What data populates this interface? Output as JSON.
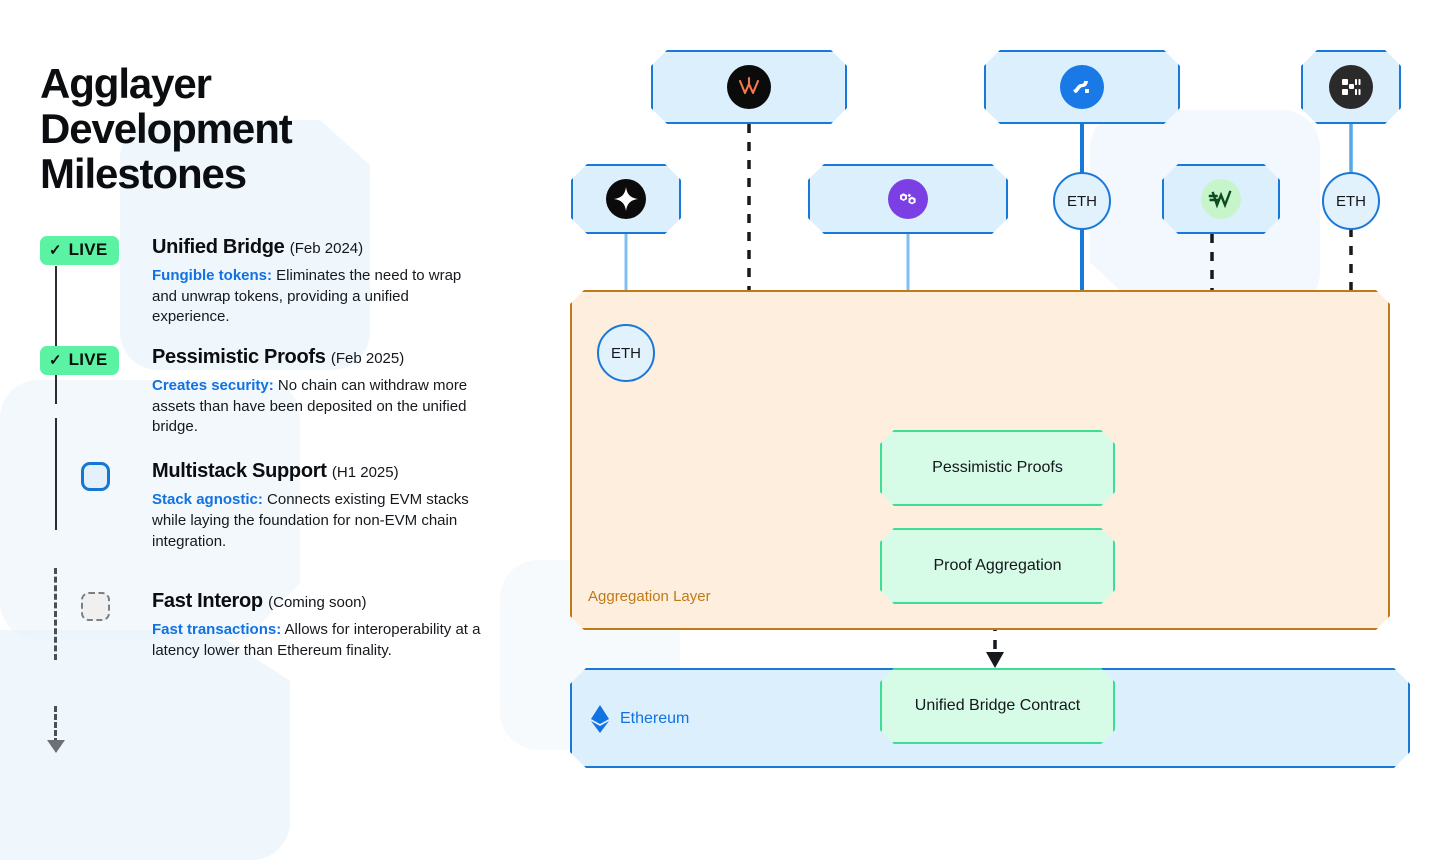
{
  "headline": {
    "line1": "Agglayer",
    "line2": "Development",
    "line3": "Milestones"
  },
  "timeline": {
    "items": [
      {
        "status_badge": "LIVE",
        "check_glyph": "✓",
        "marker": "live-check-badge",
        "title": "Unified Bridge",
        "date": "(Feb 2024)",
        "lead": "Fungible tokens:",
        "body": " Eliminates the need to wrap and unwrap tokens, providing a unified experience."
      },
      {
        "status_badge": "LIVE",
        "check_glyph": "✓",
        "marker": "live-check-badge",
        "title": "Pessimistic Proofs",
        "date": "(Feb 2025)",
        "lead": "Creates security:",
        "body": " No chain can withdraw more assets than have been deposited on the unified bridge."
      },
      {
        "status_badge": "",
        "check_glyph": "",
        "marker": "open-square-node",
        "title": "Multistack Support",
        "date": "(H1 2025)",
        "lead": "Stack agnostic:",
        "body": " Connects existing EVM stacks while laying the foundation for non-EVM chain integration."
      },
      {
        "status_badge": "",
        "check_glyph": "",
        "marker": "dashed-square-node",
        "title": "Fast Interop",
        "date": "(Coming soon)",
        "lead": "Fast transactions:",
        "body": " Allows for interoperability at a latency lower than Ethereum finality."
      }
    ]
  },
  "diagram": {
    "chain_cards": [
      {
        "id": "card-top-1",
        "icon": "wormhole-w-logo-icon",
        "label": ""
      },
      {
        "id": "card-top-2",
        "icon": "blue-swoosh-logo-icon",
        "label": ""
      },
      {
        "id": "card-top-3",
        "icon": "dark-checkerboard-logo-icon",
        "label": ""
      },
      {
        "id": "card-mid-1",
        "icon": "black-sparkle-star-logo-icon",
        "label": ""
      },
      {
        "id": "card-mid-2",
        "icon": "polygon-logo-icon",
        "label": ""
      },
      {
        "id": "card-mid-3",
        "icon": "green-w-logo-icon",
        "label": ""
      }
    ],
    "eth_chips": [
      {
        "id": "eth-chip-top-middle",
        "label": "ETH"
      },
      {
        "id": "eth-chip-top-right",
        "label": "ETH"
      },
      {
        "id": "eth-chip-aggregation",
        "label": "ETH"
      }
    ],
    "aggregation_layer": {
      "label": "Aggregation Layer",
      "boxes": [
        {
          "id": "pessimistic-proofs-box",
          "label": "Pessimistic Proofs"
        },
        {
          "id": "proof-aggregation-box",
          "label": "Proof Aggregation"
        }
      ]
    },
    "settlement": {
      "chain_name": "Ethereum",
      "contract_label": "Unified Bridge Contract"
    }
  },
  "colors": {
    "accent_blue": "#1272e0",
    "card_border": "#1979d8",
    "card_fill": "#dceffd",
    "live_green": "#5bf2a4",
    "green_box_fill": "#d6fbe7",
    "green_box_border": "#3ddc97",
    "agg_fill": "#fdeedd",
    "agg_border": "#c07a18",
    "polygon_purple": "#7b3fe4"
  }
}
